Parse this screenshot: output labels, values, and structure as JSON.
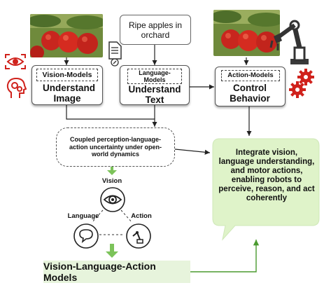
{
  "top_caption": "Ripe apples in orchard",
  "boxes": {
    "vision": {
      "tag": "Vision-Models",
      "title": "Understand Image"
    },
    "language": {
      "tag": "Language-Models",
      "title": "Understand Text"
    },
    "action": {
      "tag": "Action-Models",
      "title": "Control Behavior"
    }
  },
  "uncertainty_text": "Coupled perception-language-action uncertainty under open-world dynamics",
  "triangle": {
    "vision": "Vision",
    "language": "Language",
    "action": "Action"
  },
  "bubble_text": "Integrate vision, language understanding, and motor actions, enabling robots to perceive, reason, and act coherently",
  "banner_text": "Vision-Language-Action Models",
  "colors": {
    "green_arrow": "#7cc35a",
    "banner_bg": "#e7f4dc",
    "bubble_bg": "#dff3c9",
    "red_icon": "#d0221c"
  },
  "icons": [
    "eye-scan-icon",
    "head-gears-icon",
    "document-icon",
    "robot-arm-icon",
    "gears-icon",
    "eye-icon",
    "speech-bubble-icon"
  ]
}
